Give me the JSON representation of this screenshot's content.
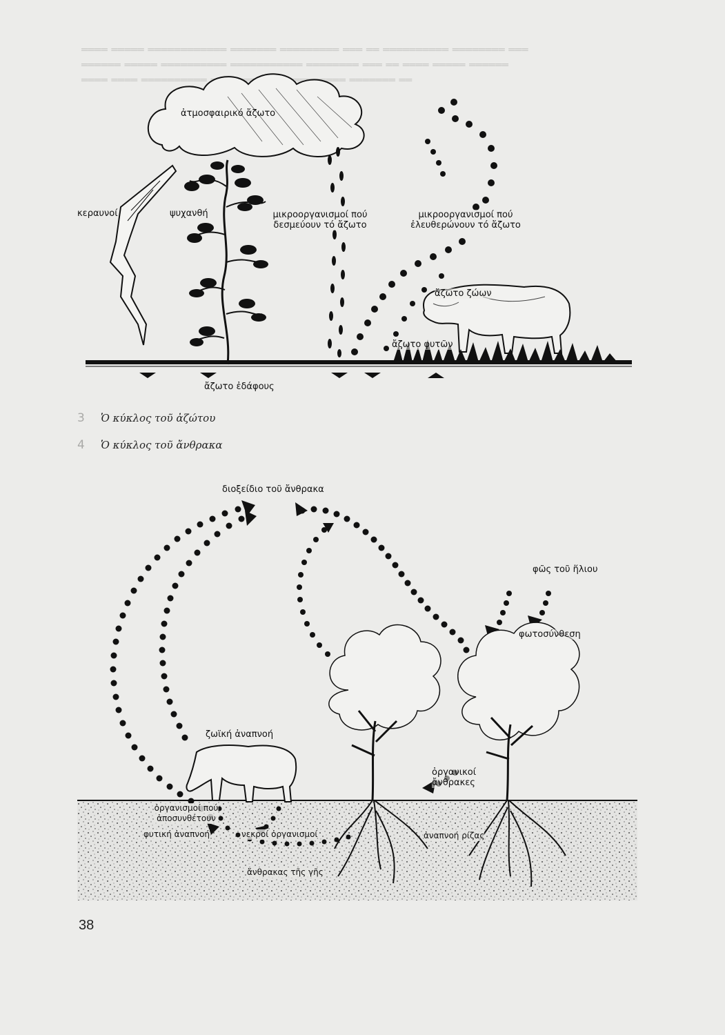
{
  "nitrogen_cycle": {
    "caption_number": "3",
    "caption": "Ὁ κύκλος τοῦ ἀζώτου",
    "labels": {
      "atmospheric_nitrogen": "ἀτμοσφαιρικό ἄζωτο",
      "lightning": "κεραυνοί",
      "plant": "ψυχανθή",
      "fixing_microorganisms_1": "μικροοργανισμοί πού",
      "fixing_microorganisms_2": "δεσμεύουν τό ἄζωτο",
      "releasing_microorganisms_1": "μικροοργανισμοί πού",
      "releasing_microorganisms_2": "ἐλευθερώνουν τό ἄζωτο",
      "animal_nitrogen": "ἄζωτο ζώων",
      "plant_nitrogen": "ἄζωτο φυτῶν",
      "soil_nitrogen": "ἄζωτο ἐδάφους"
    }
  },
  "carbon_cycle": {
    "caption_number": "4",
    "caption": "Ὁ κύκλος τοῦ ἄνθρακα",
    "labels": {
      "carbon_dioxide": "διοξείδιο τοῦ ἄνθρακα",
      "sunlight": "φῶς τοῦ ἥλιου",
      "photosynthesis": "φωτοσύνθεση",
      "animal_respiration": "ζωϊκή ἀναπνοή",
      "organic_carbon_1": "ὀργανικοί",
      "organic_carbon_2": "ἄνθρακες",
      "decomposers_1": "ὀργανισμοί πού",
      "decomposers_2": "ἀποσυνθέτουν",
      "plant_respiration": "φυτική ἀναπνοή",
      "dead_organisms": "νεκροί ὀργανισμοί",
      "root_respiration": "ἀναπνοή ρίζας",
      "soil_carbon": "ἄνθρακας τῆς γῆς"
    }
  },
  "page_number": "38"
}
